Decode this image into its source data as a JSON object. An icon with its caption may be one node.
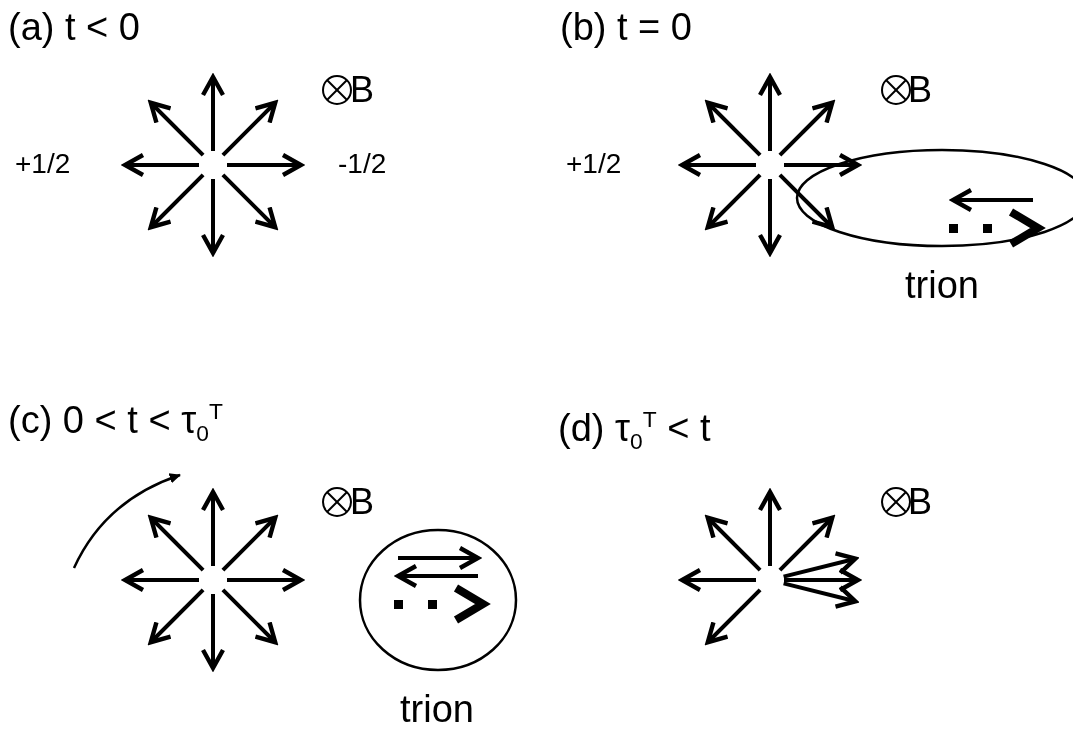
{
  "diagram": {
    "nodes": [
      {
        "text": [
          "trion"
        ]
      },
      {
        "text": [
          "trion"
        ]
      }
    ],
    "labels": [
      "(a)  t < 0",
      "B",
      "+1/2",
      "-1/2",
      "(b)  t = 0",
      "B",
      "+1/2",
      "(c) 0 < t < τ$_{0}$$^{T}$",
      "B",
      "(d)  τ$_{0}$$^{T}$ < t",
      "B"
    ]
  }
}
